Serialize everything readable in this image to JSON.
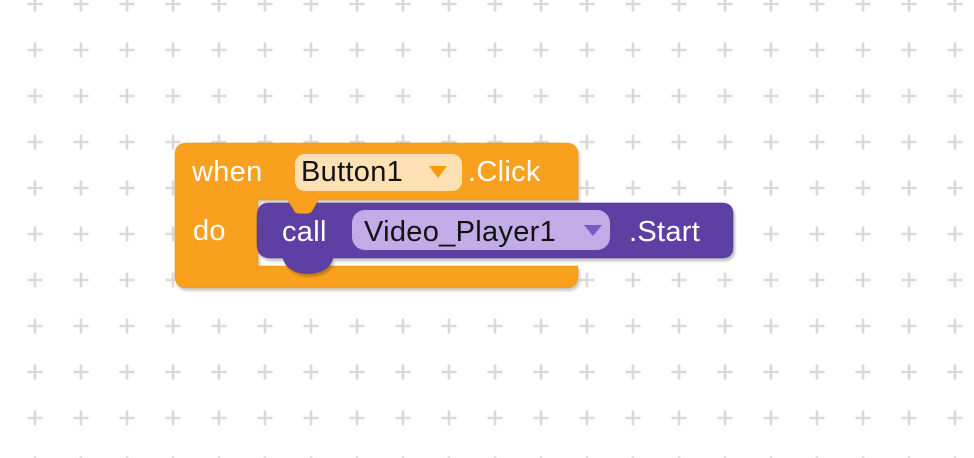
{
  "workspace": {
    "background_color": "#ffffff",
    "grid_marker": "plus",
    "grid_color": "#d9d9d9"
  },
  "blocks": {
    "event": {
      "kind": "component-event-block",
      "color": "#F9A11E",
      "field_color": "#FDE1B4",
      "dropdown_arrow_color": "#FB9A07",
      "when_label": "when",
      "component": "Button1",
      "event_name": ".Click",
      "do_label": "do"
    },
    "method_call": {
      "kind": "component-method-call-block",
      "color": "#5E3FA3",
      "field_color": "#C1ACE8",
      "dropdown_arrow_color": "#7A5BC5",
      "call_label": "call",
      "component": "Video_Player1",
      "method_name": ".Start"
    }
  }
}
